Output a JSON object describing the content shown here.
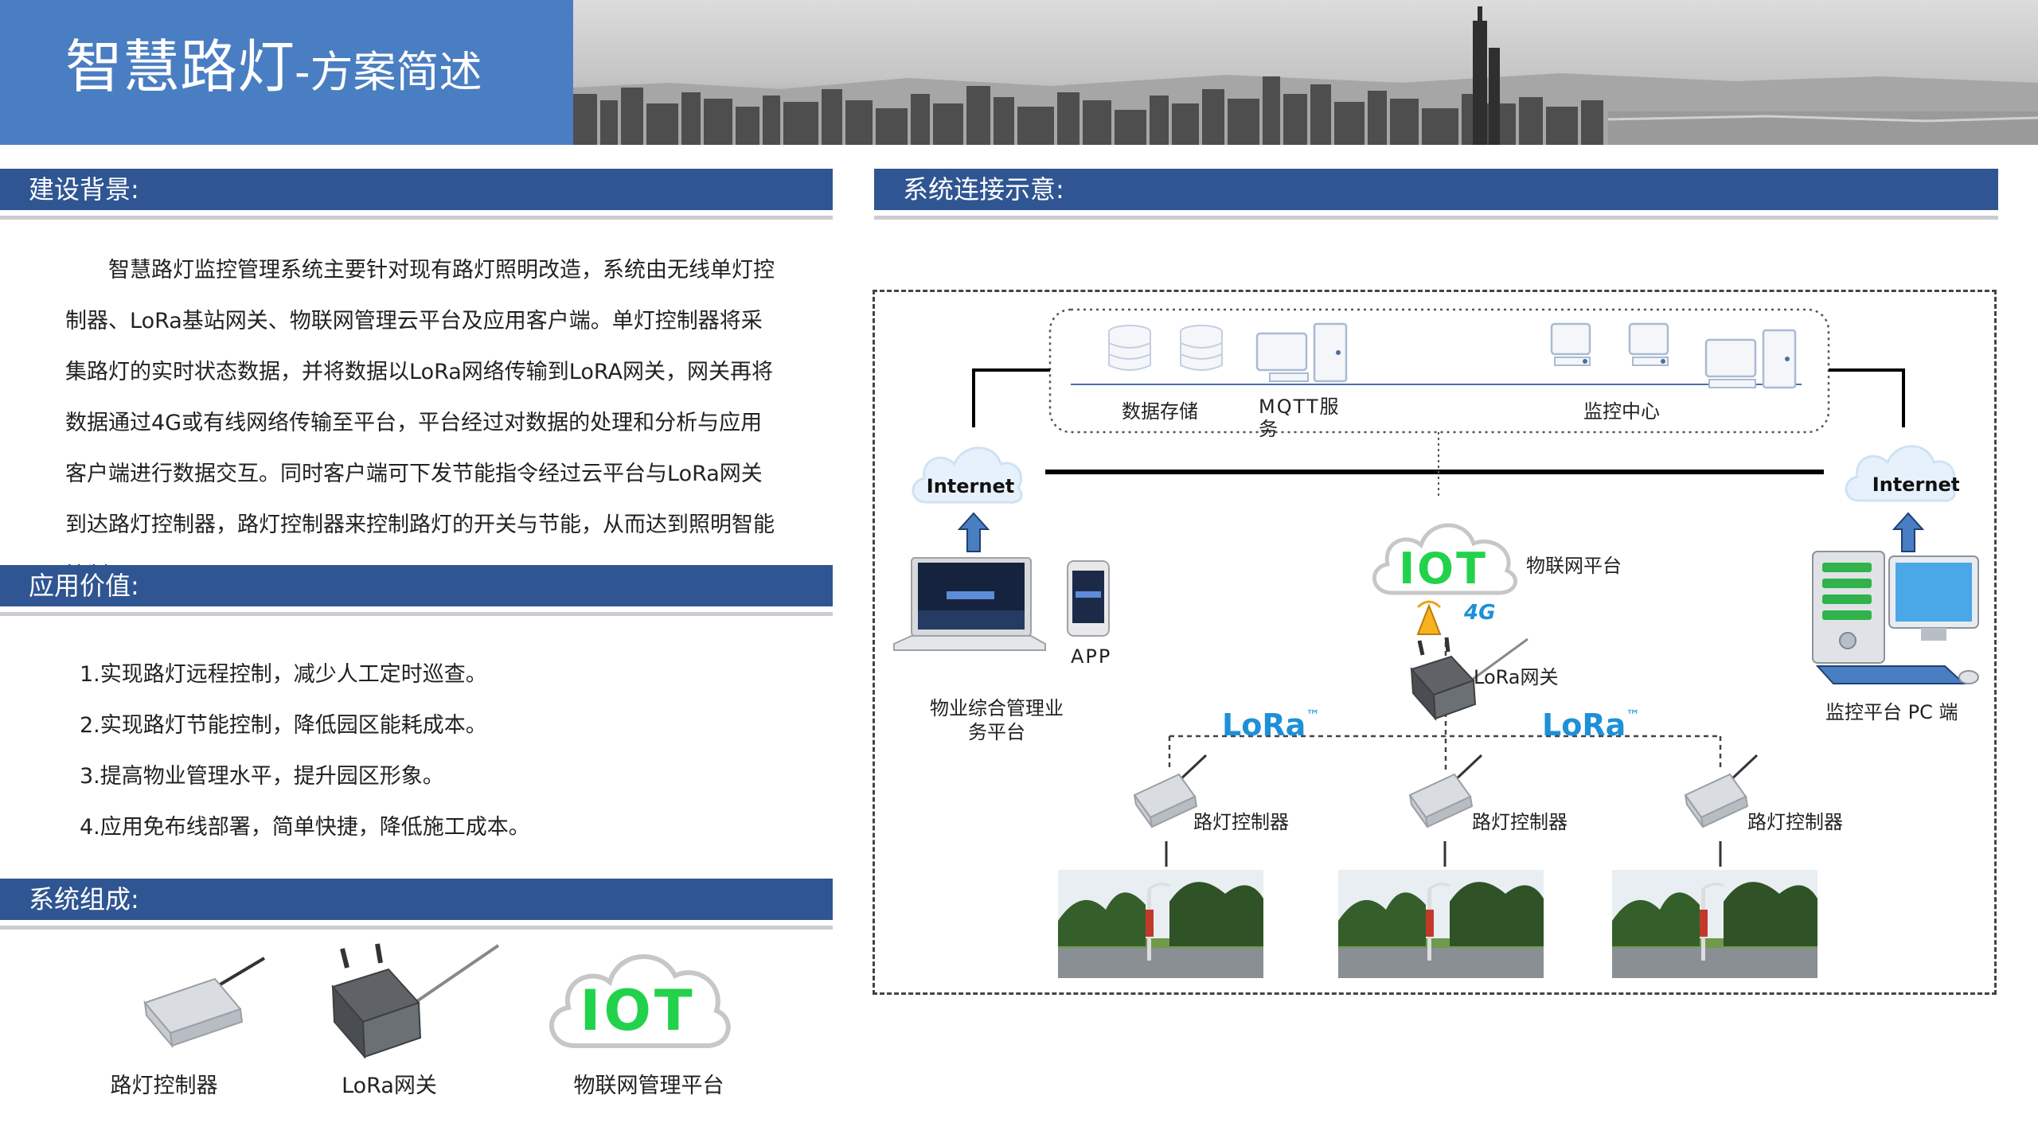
{
  "header": {
    "title_main": "智慧路灯",
    "title_sub": "-方案简述"
  },
  "sections": {
    "background": "建设背景:",
    "value": "应用价值:",
    "composition": "系统组成:",
    "connection": "系统连接示意:"
  },
  "background_text": "智慧路灯监控管理系统主要针对现有路灯照明改造，系统由无线单灯控制器、LoRa基站网关、物联网管理云平台及应用客户端。单灯控制器将采集路灯的实时状态数据，并将数据以LoRa网络传输到LoRA网关，网关再将数据通过4G或有线网络传输至平台，平台经过对数据的处理和分析与应用客户端进行数据交互。同时客户端可下发节能指令经过云平台与LoRa网关到达路灯控制器，路灯控制器来控制路灯的开关与节能，从而达到照明智能控制。",
  "values": [
    "1.实现路灯远程控制，减少人工定时巡查。",
    "2.实现路灯节能控制，降低园区能耗成本。",
    "3.提高物业管理水平，提升园区形象。",
    "4.应用免布线部署，简单快捷，降低施工成本。"
  ],
  "components": [
    "路灯控制器",
    "LoRa网关",
    "物联网管理平台"
  ],
  "diagram": {
    "data_storage": "数据存储",
    "mqtt": "MQTT服务",
    "monitor_center": "监控中心",
    "internet": "Internet",
    "iot_platform": "物联网平台",
    "iot": "IOT",
    "fourg": "4G",
    "lora_gateway": "LoRa网关",
    "lora": "LoRa",
    "tm": "™",
    "app": "APP",
    "property_platform": "物业综合管理业务平台",
    "pc_platform": "监控平台 PC 端",
    "controller": "路灯控制器"
  },
  "colors": {
    "title_bg": "#4a7ec2",
    "bar_bg": "#2f5592",
    "iot_green": "#22d24b",
    "lora_blue": "#1e90d8"
  }
}
